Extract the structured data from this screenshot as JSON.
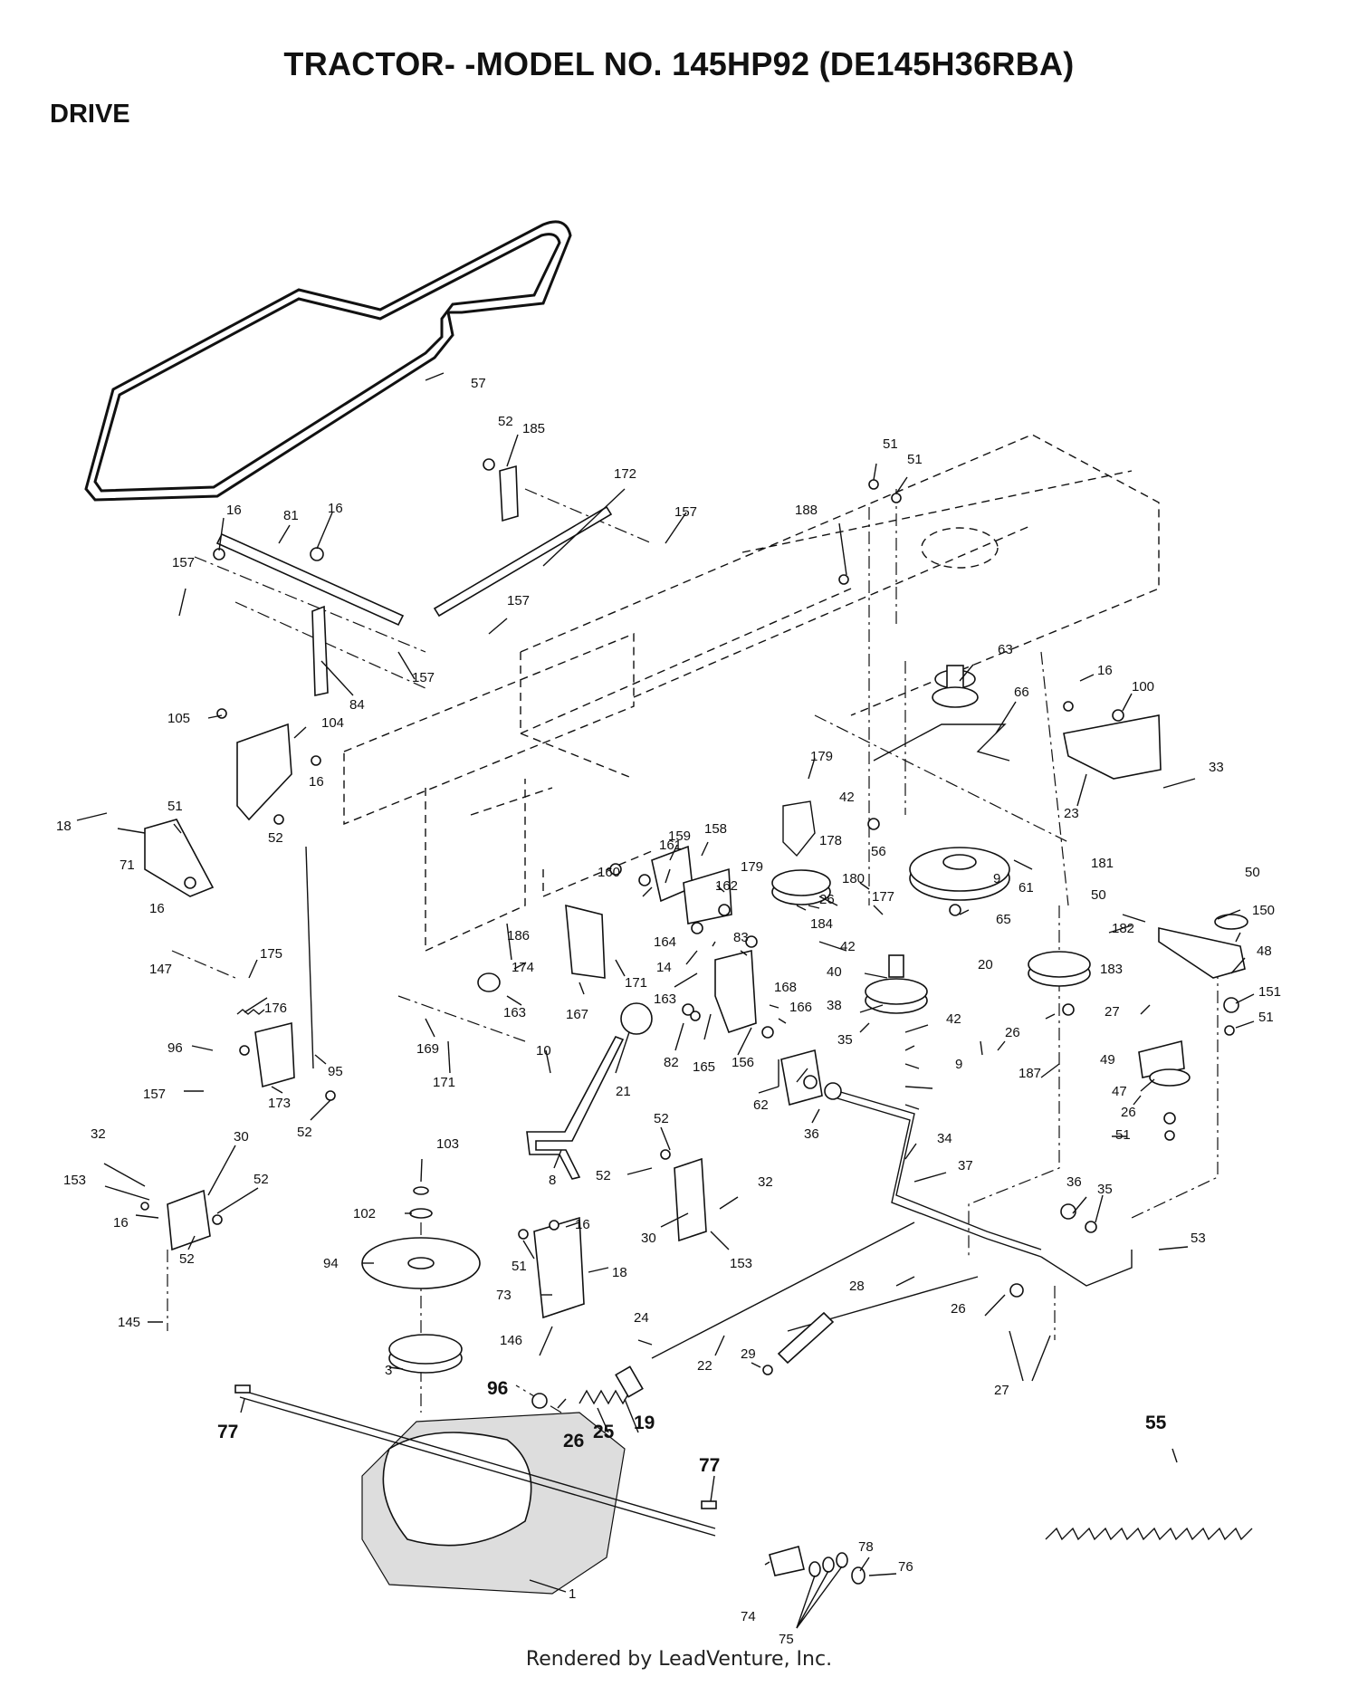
{
  "header": {
    "title": "TRACTOR- -MODEL NO. 145HP92 (DE145H36RBA)",
    "section": "DRIVE"
  },
  "footer": {
    "text": "Rendered by LeadVenture, Inc."
  },
  "callouts": [
    {
      "id": "c57",
      "label": "57"
    },
    {
      "id": "c52a",
      "label": "52"
    },
    {
      "id": "c185",
      "label": "185"
    },
    {
      "id": "c172",
      "label": "172"
    },
    {
      "id": "c157a",
      "label": "157"
    },
    {
      "id": "c188",
      "label": "188"
    },
    {
      "id": "c51a",
      "label": "51"
    },
    {
      "id": "c51b",
      "label": "51"
    },
    {
      "id": "c16a",
      "label": "16"
    },
    {
      "id": "c81",
      "label": "81"
    },
    {
      "id": "c16b",
      "label": "16"
    },
    {
      "id": "c157b",
      "label": "157"
    },
    {
      "id": "c157c",
      "label": "157"
    },
    {
      "id": "c157d",
      "label": "157"
    },
    {
      "id": "c84",
      "label": "84"
    },
    {
      "id": "c63",
      "label": "63"
    },
    {
      "id": "c66",
      "label": "66"
    },
    {
      "id": "c16c",
      "label": "16"
    },
    {
      "id": "c100",
      "label": "100"
    },
    {
      "id": "c33",
      "label": "33"
    },
    {
      "id": "c23",
      "label": "23"
    },
    {
      "id": "c105",
      "label": "105"
    },
    {
      "id": "c104",
      "label": "104"
    },
    {
      "id": "c16d",
      "label": "16"
    },
    {
      "id": "c52b",
      "label": "52"
    },
    {
      "id": "c51c",
      "label": "51"
    },
    {
      "id": "c18a",
      "label": "18"
    },
    {
      "id": "c71",
      "label": "71"
    },
    {
      "id": "c16e",
      "label": "16"
    },
    {
      "id": "c147",
      "label": "147"
    },
    {
      "id": "c179a",
      "label": "179"
    },
    {
      "id": "c42a",
      "label": "42"
    },
    {
      "id": "c178",
      "label": "178"
    },
    {
      "id": "c56",
      "label": "56"
    },
    {
      "id": "c179b",
      "label": "179"
    },
    {
      "id": "c180",
      "label": "180"
    },
    {
      "id": "c26a",
      "label": "26"
    },
    {
      "id": "c184",
      "label": "184"
    },
    {
      "id": "c9a",
      "label": "9"
    },
    {
      "id": "c61",
      "label": "61"
    },
    {
      "id": "c181",
      "label": "181"
    },
    {
      "id": "c65",
      "label": "65"
    },
    {
      "id": "c20",
      "label": "20"
    },
    {
      "id": "c50a",
      "label": "50"
    },
    {
      "id": "c50b",
      "label": "50"
    },
    {
      "id": "c150",
      "label": "150"
    },
    {
      "id": "c48",
      "label": "48"
    },
    {
      "id": "c182",
      "label": "182"
    },
    {
      "id": "c183",
      "label": "183"
    },
    {
      "id": "c151",
      "label": "151"
    },
    {
      "id": "c51d",
      "label": "51"
    },
    {
      "id": "c27a",
      "label": "27"
    },
    {
      "id": "c26b",
      "label": "26"
    },
    {
      "id": "c187",
      "label": "187"
    },
    {
      "id": "c49",
      "label": "49"
    },
    {
      "id": "c47",
      "label": "47"
    },
    {
      "id": "c26c",
      "label": "26"
    },
    {
      "id": "c51e",
      "label": "51"
    },
    {
      "id": "c161",
      "label": "161"
    },
    {
      "id": "c159",
      "label": "159"
    },
    {
      "id": "c158",
      "label": "158"
    },
    {
      "id": "c160",
      "label": "160"
    },
    {
      "id": "c162",
      "label": "162"
    },
    {
      "id": "c164",
      "label": "164"
    },
    {
      "id": "c14",
      "label": "14"
    },
    {
      "id": "c83",
      "label": "83"
    },
    {
      "id": "c171a",
      "label": "171"
    },
    {
      "id": "c163a",
      "label": "163"
    },
    {
      "id": "c168",
      "label": "168"
    },
    {
      "id": "c166",
      "label": "166"
    },
    {
      "id": "c177",
      "label": "177"
    },
    {
      "id": "c42b",
      "label": "42"
    },
    {
      "id": "c40",
      "label": "40"
    },
    {
      "id": "c38",
      "label": "38"
    },
    {
      "id": "c42c",
      "label": "42"
    },
    {
      "id": "c9b",
      "label": "9"
    },
    {
      "id": "c186",
      "label": "186"
    },
    {
      "id": "c174",
      "label": "174"
    },
    {
      "id": "c163b",
      "label": "163"
    },
    {
      "id": "c167",
      "label": "167"
    },
    {
      "id": "c169",
      "label": "169"
    },
    {
      "id": "c171b",
      "label": "171"
    },
    {
      "id": "c175",
      "label": "175"
    },
    {
      "id": "c176",
      "label": "176"
    },
    {
      "id": "c96a",
      "label": "96"
    },
    {
      "id": "c95",
      "label": "95"
    },
    {
      "id": "c157e",
      "label": "157"
    },
    {
      "id": "c173",
      "label": "173"
    },
    {
      "id": "c52c",
      "label": "52"
    },
    {
      "id": "c10",
      "label": "10"
    },
    {
      "id": "c21",
      "label": "21"
    },
    {
      "id": "c82",
      "label": "82"
    },
    {
      "id": "c165",
      "label": "165"
    },
    {
      "id": "c156",
      "label": "156"
    },
    {
      "id": "c35a",
      "label": "35"
    },
    {
      "id": "c62",
      "label": "62"
    },
    {
      "id": "c36a",
      "label": "36"
    },
    {
      "id": "c8",
      "label": "8"
    },
    {
      "id": "c32a",
      "label": "32"
    },
    {
      "id": "c30a",
      "label": "30"
    },
    {
      "id": "c153a",
      "label": "153"
    },
    {
      "id": "c52d",
      "label": "52"
    },
    {
      "id": "c16f",
      "label": "16"
    },
    {
      "id": "c52e",
      "label": "52"
    },
    {
      "id": "c145",
      "label": "145"
    },
    {
      "id": "c103",
      "label": "103"
    },
    {
      "id": "c102",
      "label": "102"
    },
    {
      "id": "c94",
      "label": "94"
    },
    {
      "id": "c52f",
      "label": "52"
    },
    {
      "id": "c52g",
      "label": "52"
    },
    {
      "id": "c32b",
      "label": "32"
    },
    {
      "id": "c30b",
      "label": "30"
    },
    {
      "id": "c153b",
      "label": "153"
    },
    {
      "id": "c34",
      "label": "34"
    },
    {
      "id": "c37",
      "label": "37"
    },
    {
      "id": "c36b",
      "label": "36"
    },
    {
      "id": "c35b",
      "label": "35"
    },
    {
      "id": "c53",
      "label": "53"
    },
    {
      "id": "c16g",
      "label": "16"
    },
    {
      "id": "c51f",
      "label": "51"
    },
    {
      "id": "c18b",
      "label": "18"
    },
    {
      "id": "c73",
      "label": "73"
    },
    {
      "id": "c146",
      "label": "146"
    },
    {
      "id": "c28",
      "label": "28"
    },
    {
      "id": "c26d",
      "label": "26"
    },
    {
      "id": "c27b",
      "label": "27"
    },
    {
      "id": "c24",
      "label": "24"
    },
    {
      "id": "c22",
      "label": "22"
    },
    {
      "id": "c29",
      "label": "29"
    },
    {
      "id": "c3",
      "label": "3"
    },
    {
      "id": "c96b",
      "label": "96"
    },
    {
      "id": "c26e",
      "label": "26"
    },
    {
      "id": "c25",
      "label": "25"
    },
    {
      "id": "c19",
      "label": "19"
    },
    {
      "id": "c77a",
      "label": "77"
    },
    {
      "id": "c55",
      "label": "55"
    },
    {
      "id": "c77b",
      "label": "77"
    },
    {
      "id": "c1",
      "label": "1"
    },
    {
      "id": "c78",
      "label": "78"
    },
    {
      "id": "c76",
      "label": "76"
    },
    {
      "id": "c74",
      "label": "74"
    },
    {
      "id": "c75",
      "label": "75"
    }
  ]
}
